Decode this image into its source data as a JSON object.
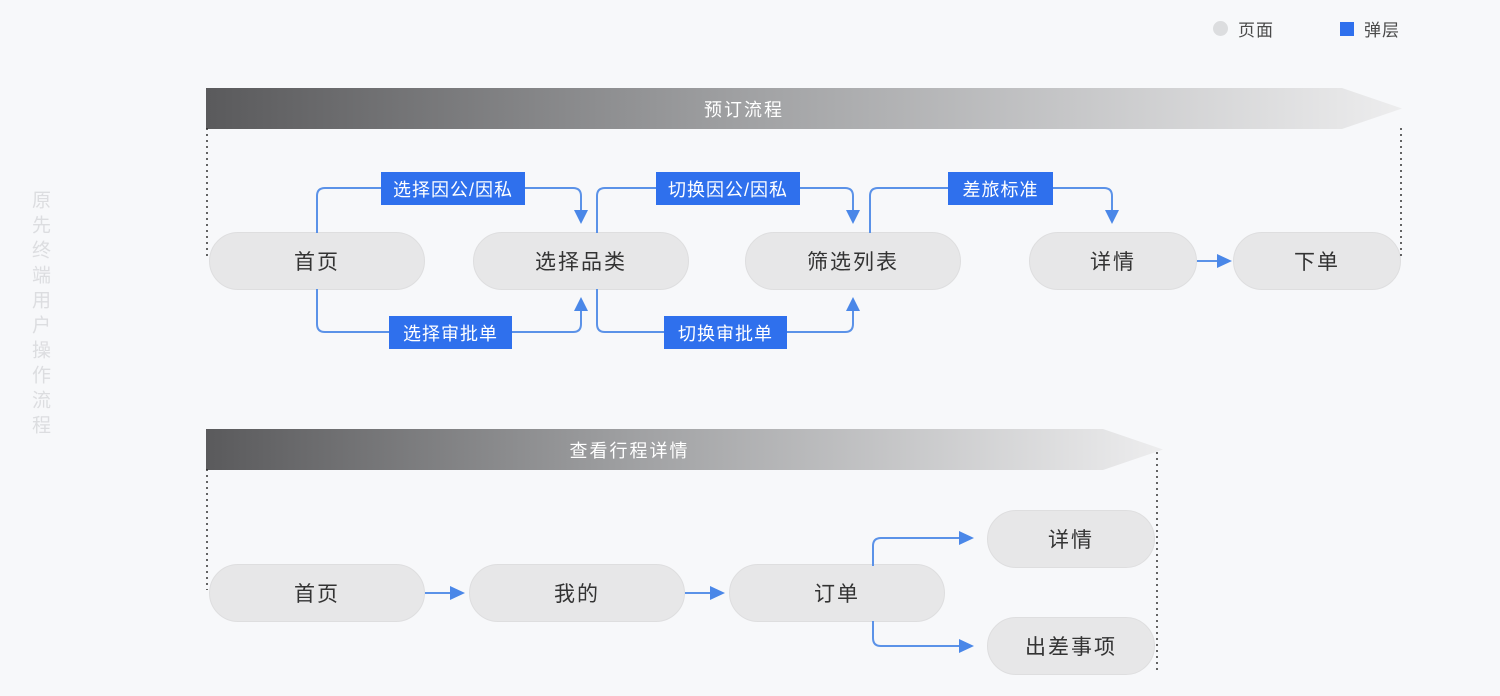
{
  "legend": {
    "items": [
      {
        "icon": "circle-gray-icon",
        "label": "页面",
        "color": "#dcdddf"
      },
      {
        "icon": "square-blue-icon",
        "label": "弹层",
        "color": "#2f70ed"
      }
    ]
  },
  "side_title": "原先终端用户操作流程",
  "theme": {
    "background": "#f7f8fa",
    "accent_blue": "#2f70ed",
    "link_blue": "#5b92e8",
    "node_fill": "#e7e7e8",
    "node_border": "#dededf",
    "banner_dark": "#5a5a5c",
    "banner_light": "#ececed",
    "side_title_color": "#dcdde0"
  },
  "sections": [
    {
      "id": "booking",
      "banner": "预订流程",
      "nodes": [
        {
          "id": "n1",
          "label": "首页"
        },
        {
          "id": "n2",
          "label": "选择品类"
        },
        {
          "id": "n3",
          "label": "筛选列表"
        },
        {
          "id": "n4",
          "label": "详情"
        },
        {
          "id": "n5",
          "label": "下单"
        }
      ],
      "labels": [
        {
          "id": "l1",
          "text": "选择因公/因私"
        },
        {
          "id": "l2",
          "text": "切换因公/因私"
        },
        {
          "id": "l3",
          "text": "差旅标准"
        },
        {
          "id": "l4",
          "text": "选择审批单"
        },
        {
          "id": "l5",
          "text": "切换审批单"
        }
      ]
    },
    {
      "id": "trip-detail",
      "banner": "查看行程详情",
      "nodes": [
        {
          "id": "m1",
          "label": "首页"
        },
        {
          "id": "m2",
          "label": "我的"
        },
        {
          "id": "m3",
          "label": "订单"
        },
        {
          "id": "m4",
          "label": "详情"
        },
        {
          "id": "m5",
          "label": "出差事项"
        }
      ],
      "labels": []
    }
  ]
}
